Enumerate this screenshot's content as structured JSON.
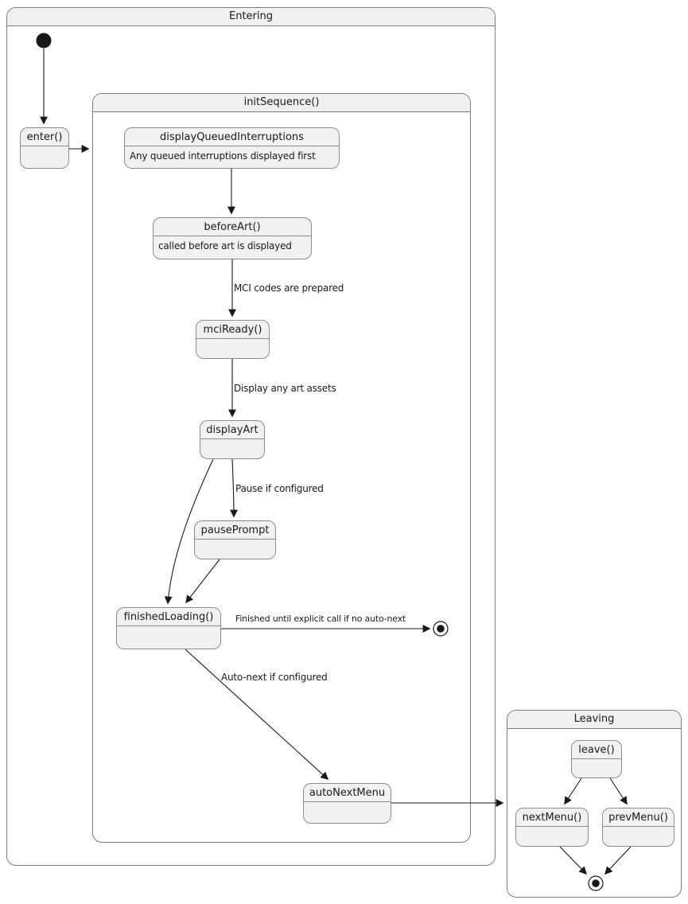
{
  "containers": {
    "entering": {
      "title": "Entering"
    },
    "init_sequence": {
      "title": "initSequence()"
    },
    "leaving": {
      "title": "Leaving"
    }
  },
  "states": {
    "enter": {
      "title": "enter()"
    },
    "display_queued_interruptions": {
      "title": "displayQueuedInterruptions",
      "description": "Any queued interruptions displayed first"
    },
    "before_art": {
      "title": "beforeArt()",
      "description": "called before art is displayed"
    },
    "mci_ready": {
      "title": "mciReady()"
    },
    "display_art": {
      "title": "displayArt"
    },
    "pause_prompt": {
      "title": "pausePrompt"
    },
    "finished_loading": {
      "title": "finishedLoading()"
    },
    "auto_next_menu": {
      "title": "autoNextMenu"
    },
    "leave": {
      "title": "leave()"
    },
    "next_menu": {
      "title": "nextMenu()"
    },
    "prev_menu": {
      "title": "prevMenu()"
    }
  },
  "edge_labels": {
    "mci_codes_prepared": "MCI codes are prepared",
    "display_any_art_assets": "Display any art assets",
    "pause_if_configured": "Pause if configured",
    "finished_until_explicit": "Finished until explicit call if no auto-next",
    "auto_next_if_configured": "Auto-next if configured"
  },
  "colors": {
    "state_fill": "#f1f1f1",
    "container_title_fill": "#f0f0f0",
    "border": "#8c8c8c",
    "edge": "#181818",
    "text": "#1a1a1a",
    "background": "#ffffff"
  }
}
